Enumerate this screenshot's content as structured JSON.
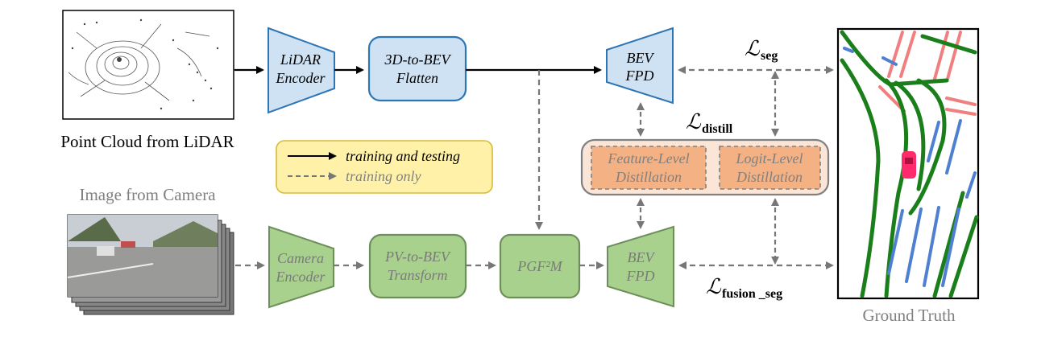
{
  "colors": {
    "lidar_fill": "#cfe2f3",
    "lidar_stroke": "#2e75b6",
    "camera_fill": "#a9d18e",
    "camera_stroke": "#6e8f5b",
    "distill_fill": "#f4b183",
    "distill_outer_fill": "#fbe5d6",
    "legend_fill": "#fff2a8",
    "legend_stroke": "#d9b93a",
    "gray_text": "#808080",
    "gt_green": "#1a7f1a",
    "gt_blue": "#4f7fd1",
    "gt_red": "#f08080",
    "gt_car": "#ff2a6d"
  },
  "inputs": {
    "lidar_caption": "Point Cloud from LiDAR",
    "camera_caption": "Image from Camera"
  },
  "blocks": {
    "lidar_encoder": [
      "LiDAR",
      "Encoder"
    ],
    "flatten": [
      "3D-to-BEV",
      "Flatten"
    ],
    "bev_fpd_top": [
      "BEV",
      "FPD"
    ],
    "camera_encoder": [
      "Camera",
      "Encoder"
    ],
    "pv_to_bev": [
      "PV-to-BEV",
      "Transform"
    ],
    "pgf2m": "PGF²M",
    "bev_fpd_bottom": [
      "BEV",
      "FPD"
    ],
    "feature_distill": [
      "Feature-Level",
      "Distillation"
    ],
    "logit_distill": [
      "Logit-Level",
      "Distillation"
    ]
  },
  "losses": {
    "seg": {
      "symbol": "ℒ",
      "sub": "seg"
    },
    "distill": {
      "symbol": "ℒ",
      "sub": "distill"
    },
    "fusion_seg": {
      "symbol": "ℒ",
      "sub": "fusion _seg"
    }
  },
  "legend": {
    "solid": "training and testing",
    "dashed": "training only"
  },
  "ground_truth": {
    "caption": "Ground Truth"
  }
}
